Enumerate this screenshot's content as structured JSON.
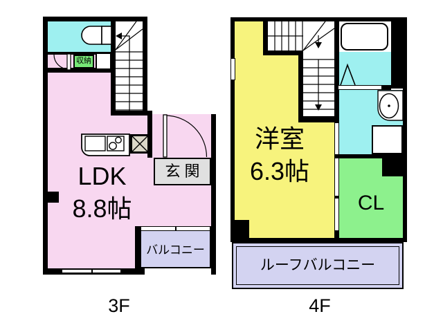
{
  "colors": {
    "bg": "#ffffff",
    "wall": "#000000",
    "room_pink": "#f8d7f0",
    "room_cyan": "#9ef0f0",
    "room_yellow": "#f7f37d",
    "room_green": "#8df18d",
    "storage_green": "#77e877",
    "balcony_lavender": "#d3d3f1",
    "entry_gray": "#e0e0e0",
    "shaft_beige": "#dbd8c8"
  },
  "plans": [
    {
      "floor_label": "3F",
      "rooms": {
        "ldk": {
          "name": "LDK",
          "size": "8.8帖"
        },
        "entry": {
          "label": "玄関"
        },
        "storage": {
          "label": "収納"
        },
        "balcony": {
          "label": "バルコニー"
        }
      },
      "fixtures": [
        "toilet",
        "staircase-up",
        "kitchen-sink",
        "gas-stove",
        "pipe-shaft",
        "entry-door",
        "interior-door",
        "sliding-windows"
      ]
    },
    {
      "floor_label": "4F",
      "rooms": {
        "bedroom": {
          "name": "洋室",
          "size": "6.3帖"
        },
        "closet": {
          "label": "CL"
        },
        "roof_balcony": {
          "label": "ルーフバルコニー"
        }
      },
      "fixtures": [
        "bathtub",
        "folding-door",
        "washbasin",
        "washing-machine-space",
        "staircase-down",
        "window"
      ]
    }
  ]
}
